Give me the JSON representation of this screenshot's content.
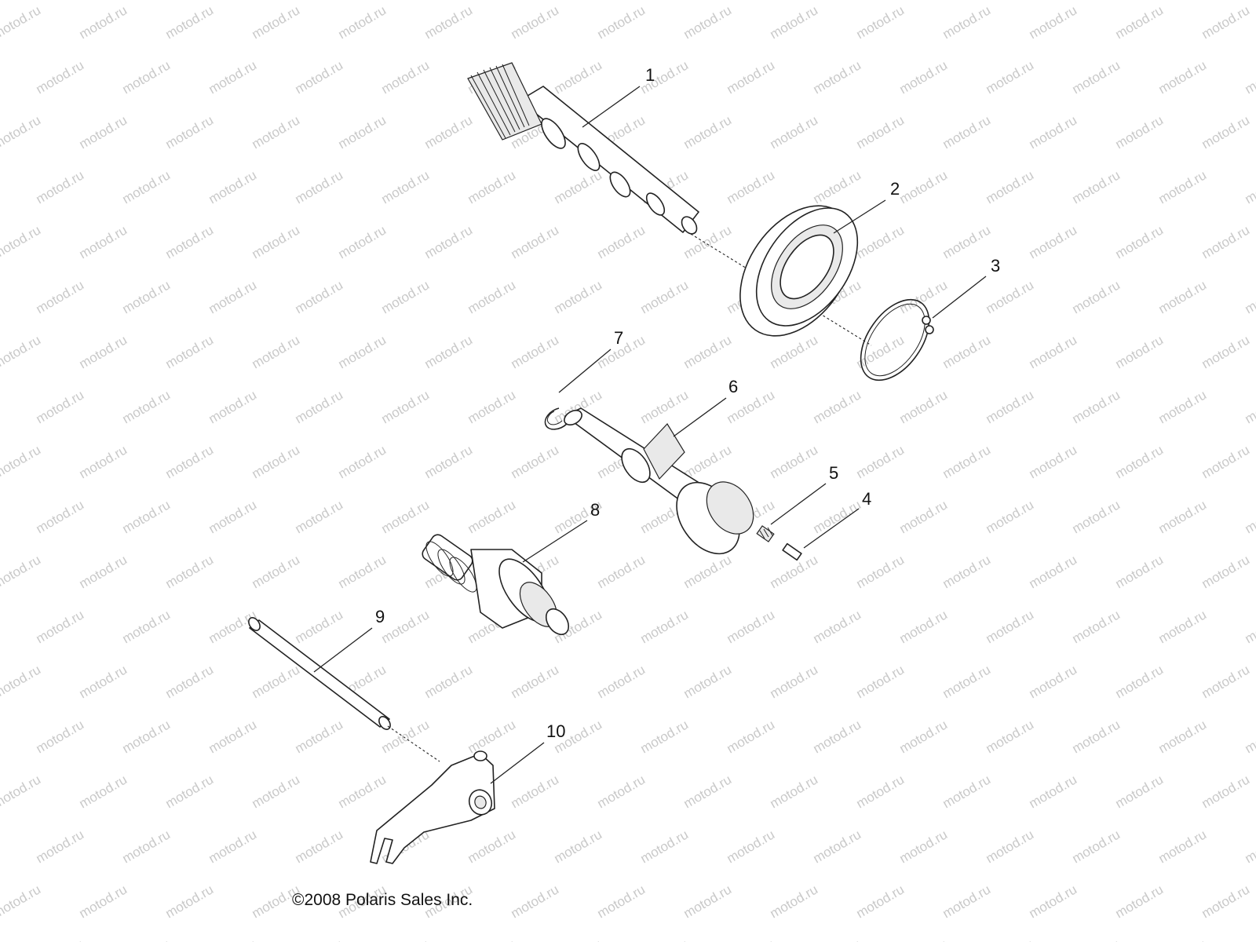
{
  "watermark": {
    "text": "motod.ru",
    "color": "#c9c9c9"
  },
  "copyright": "©2008 Polaris Sales Inc.",
  "parts": [
    {
      "id": "1"
    },
    {
      "id": "2"
    },
    {
      "id": "3"
    },
    {
      "id": "4"
    },
    {
      "id": "5"
    },
    {
      "id": "6"
    },
    {
      "id": "7"
    },
    {
      "id": "8"
    },
    {
      "id": "9"
    },
    {
      "id": "10"
    }
  ]
}
